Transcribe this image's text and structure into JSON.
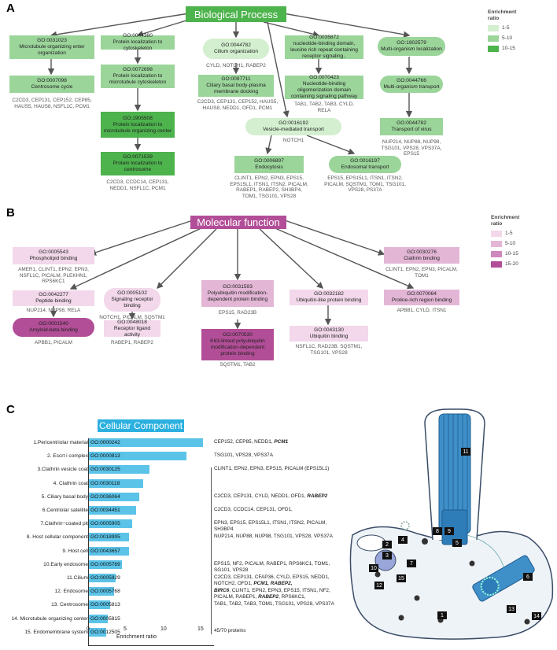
{
  "panels": {
    "a": "A",
    "b": "B",
    "c": "C"
  },
  "colors": {
    "bp_1_5": "#d3efcf",
    "bp_5_10": "#9bd59a",
    "bp_10_15": "#4db34d",
    "mf_1_5": "#f2d8ea",
    "mf_5_10": "#e3b6d6",
    "mf_10_15": "#cf88bd",
    "mf_15_20": "#b24e97",
    "cc_bar": "#5bc3e8"
  },
  "bp": {
    "title": "Biological Process",
    "legend": {
      "title_1": "Enrichment",
      "title_2": "ratio",
      "items": [
        "1-5",
        "5-10",
        "10-15"
      ]
    },
    "n1": {
      "go": "GO:0031023",
      "name": "Microtubule organizing enter organization"
    },
    "n2": {
      "go": "GO:0007098",
      "name": "Centrosome cycle",
      "genes": "C2CD3, CEP131, CEP152, CEP85, HAUS5, HAUS8, NSFL1C, PCM1"
    },
    "n3": {
      "go": "GO:0044380",
      "name": "Protein localization to cytoskeleton"
    },
    "n4": {
      "go": "GO:0072698",
      "name": "Protein localization to microtubule cytoskeleton"
    },
    "n5": {
      "go": "GO:1905508",
      "name": "Protein localization to microtubule organizing center"
    },
    "n6": {
      "go": "GO:0071539",
      "name": "Protein localization to centrosome",
      "genes": "C2CD3, CCDC14, CEP131, NEDD1, NSFL1C, PCM1"
    },
    "n7": {
      "go": "GO:0044782",
      "name": "Cilium organization",
      "genes": "CYLD, NOTCH1, RABEP2"
    },
    "n8": {
      "go": "GO:0097711",
      "name": "Ciliary basal body-plasma membrane docking",
      "genes": "C2CD3, CEP131, CEP152, HAUS5, HAUS8, NEDD1, OFD1, PCM1"
    },
    "n9": {
      "go": "GO:0016192",
      "name": "Vesicle-mediated transport",
      "genes": "NOTCH1"
    },
    "n10": {
      "go": "GO:0006897",
      "name": "Endocytosis",
      "genes": "CLINT1, EPN2, EPN3, EPS15, EPS15L1, ITSN1, ITSN2, PICALM, RABEP1, RABEP2, SH3BP4, TOM1, TSG101, VPS28"
    },
    "n11": {
      "go": "GO:0016197",
      "name": "Endosomal transport",
      "genes": "EPS15, EPS15L1, ITSN1, ITSN2, PICALM, SQSTM1, TOM1, TSG101, VPS28, PS37A"
    },
    "n12": {
      "go": "GO:0035872",
      "name": "nucleotide-binding domain, leucine rich repeat containing receptor signaling.."
    },
    "n13": {
      "go": "GO:0070423",
      "name": "Nucleotide-binding oligomerization domain containing signaling pathway",
      "genes": "TAB1, TAB2, TAB3, CYLD, RELA"
    },
    "n14": {
      "go": "GO:1902579",
      "name": "Multi-organism localization"
    },
    "n15": {
      "go": "GO:0044766",
      "name": "Multi-organism transport"
    },
    "n16": {
      "go": "GO:0044782",
      "name": "Transport of virus",
      "genes": "NUP214, NUP88, NUP98, TSG101, VPS28, VPS37A, EPS15"
    }
  },
  "mf": {
    "title": "Molecular function",
    "legend": {
      "title_1": "Enrichment",
      "title_2": "ratio",
      "items": [
        "1-5",
        "5-10",
        "10-15",
        "15-20"
      ]
    },
    "n1": {
      "go": "GO:0005543",
      "name": "Phospholipid binding",
      "genes": "AMER1, CLINT1, EPN2, EPN3, NSFL1C, PICALM, PLEKHN1, RPS6KC1"
    },
    "n2": {
      "go": "GO:0042277",
      "name": "Peptide binding",
      "genes": "NUP214, NUP98, RELA"
    },
    "n3": {
      "go": "GO:0001540",
      "name": "Amyloid-beta binding",
      "genes": "APBB1, PICALM"
    },
    "n4": {
      "go": "GO:0005102",
      "name": "Signaling receptor binding",
      "genes": "NOTCH1, PICALM, SQSTM1"
    },
    "n5": {
      "go": "GO:0048018",
      "name": "Receptor ligand activity",
      "genes": "RABEP1, RABEP2"
    },
    "n6": {
      "go": "GO:0031593",
      "name": "Polyubiquitin modification-dependent protein binding",
      "genes": "EPS15, RAD23B"
    },
    "n7": {
      "go": "GO:0070530",
      "name": "K63-linked polyubiquitin modification-dependent protein binding",
      "genes": "SQSTM1, TAB2"
    },
    "n8": {
      "go": "GO:0032182",
      "name": "Ubiquitin-like protein binding"
    },
    "n9": {
      "go": "GO:0043130",
      "name": "Ubiquitin binding",
      "genes": "NSFL1C, RAD23B, SQSTM1, TSG101, VPS28"
    },
    "n10": {
      "go": "GO:0030276",
      "name": "Clathrin binding",
      "genes": "CLINT1, EPN2, EPN3, PICALM, TOM1"
    },
    "n11": {
      "go": "GO:0070064",
      "name": "Proline-rich region binding",
      "genes": "APBB1, CYLD, ITSN1"
    }
  },
  "cc": {
    "title": "Cellular Component",
    "xlabel": "Enrichment ratio",
    "ticks": [
      "0",
      "5",
      "10",
      "15"
    ],
    "footnote": "45/70 proteins",
    "rows": [
      {
        "label": "1.Pericentriolar material",
        "go": "GO:0000242",
        "ratio": 15.4,
        "genes": "CEP152, CEP85, NEDD1, ",
        "genes_em": "PCM1"
      },
      {
        "label": "2. Escrt i complex",
        "go": "GO:0000813",
        "ratio": 13.2,
        "genes": "TSG101, VPS28, VPS37A",
        "genes_em": ""
      },
      {
        "label": "3.Clathrin vesicle coat",
        "go": "GO:0030125",
        "ratio": 8.2,
        "genes": "CLINT1, EPN2, EPN3, EPS15, PICALM (EPS15L1)",
        "genes_em": ""
      },
      {
        "label": "4. Clathrin coat",
        "go": "GO:0030118",
        "ratio": 7.3,
        "genes": "",
        "genes_em": ""
      },
      {
        "label": "5. Ciliary basal body",
        "go": "GO:0036064",
        "ratio": 6.8,
        "genes": "C2CD3, CEP131, CYLD, NEDD1, OFD1, ",
        "genes_em": "RABEP2"
      },
      {
        "label": "6.Centriolar satellite",
        "go": "GO:0034451",
        "ratio": 6.4,
        "genes": "C2CD3, CCDC14, CEP131, OFD1,",
        "genes_em": ""
      },
      {
        "label": "7.Clathrin−coated pit",
        "go": "GO:0005905",
        "ratio": 5.8,
        "genes": "EPN3, EPS15, EPS15L1, ITSN1, ITSN2, PICALM, SH3BP4",
        "genes_em": ""
      },
      {
        "label": "8. Host cellular component",
        "go": "GO:0018995",
        "ratio": 5.4,
        "genes": "NUP214, NUP88, NUP98, TSG101, VPS28, VPS37A",
        "genes_em": ""
      },
      {
        "label": "9. Host cell",
        "go": "GO:0043657",
        "ratio": 5.4,
        "genes": "",
        "genes_em": ""
      },
      {
        "label": "10.Early endosome",
        "go": "GO:0005769",
        "ratio": 4.5,
        "genes": "EPS15, NF2, PICALM, RABEP1, RPS6KC1, TOM1, SG101, VPS28",
        "genes_em": ""
      },
      {
        "label": "11.Cilium",
        "go": "GO:0005929",
        "ratio": 3.6,
        "genes": "C2CD3, CEP131, CFAP36, CYLD, EPS15, NEDD1, NOTCH2, OFD1, ",
        "genes_em": "PCM1, RABEP2,"
      },
      {
        "label": "12. Endosome",
        "go": "GO:0005768",
        "ratio": 3.4,
        "genes_pre": "BIRC6",
        "genes": ", CLINT1, EPN2, EPN3, EPS15, ITSN1, NF2, PICALM, RABEP1, ",
        "genes_em": "RABEP2",
        "genes_post": ", RPS6KC1,"
      },
      {
        "label": "13. Centrosome",
        "go": "GO:0005813",
        "ratio": 2.9,
        "genes": "TAB1, TAB2, TAB3, TOM1, TSG101, VPS28, VPS37A",
        "genes_em": ""
      },
      {
        "label": "14. Microtubule organizing center",
        "go": "GO:0005815",
        "ratio": 2.6,
        "genes": "",
        "genes_em": ""
      },
      {
        "label": "15. Endomembrane system",
        "go": "GO:0012505",
        "ratio": 2.3,
        "genes": "",
        "genes_em": ""
      }
    ]
  },
  "cell": {
    "labels": [
      "1",
      "2",
      "3",
      "4",
      "5",
      "6",
      "7",
      "8",
      "9",
      "10",
      "11",
      "12",
      "13",
      "14",
      "15"
    ]
  }
}
